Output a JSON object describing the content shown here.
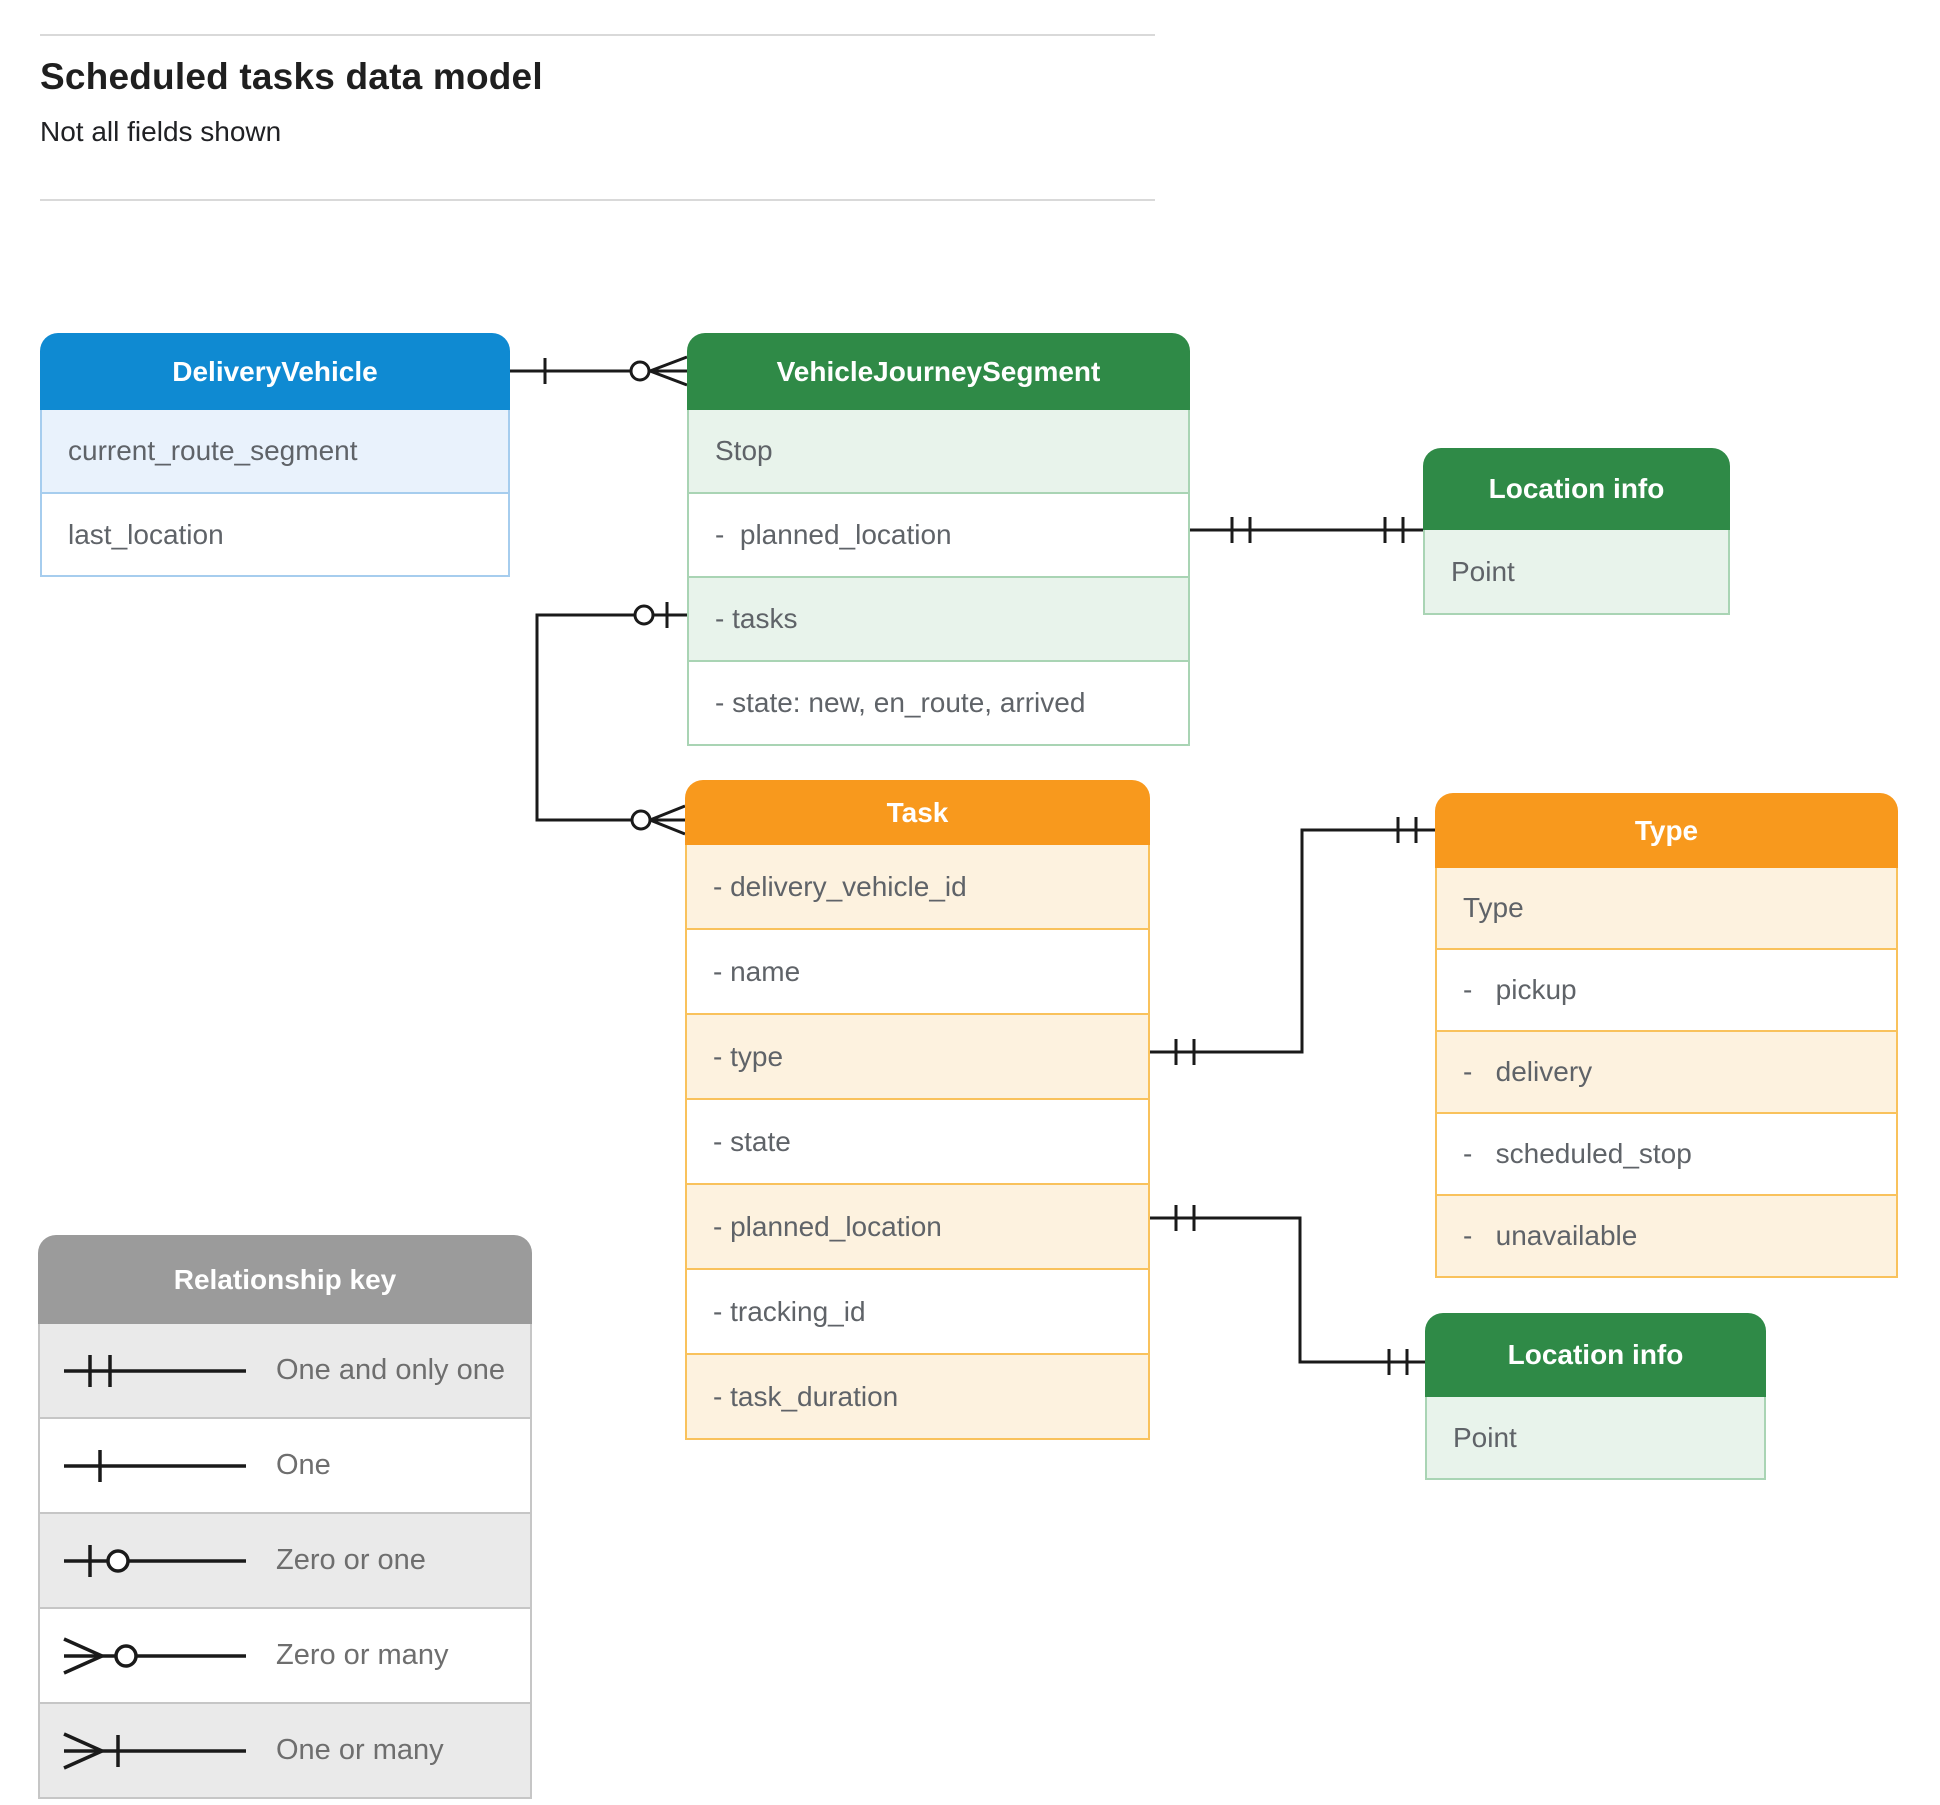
{
  "page": {
    "title": "Scheduled tasks data model",
    "subtitle": "Not all fields shown"
  },
  "colors": {
    "blue_header": "#0f8ad2",
    "blue_tint": "#e9f2fc",
    "blue_border": "#a6cdee",
    "green_header": "#2f8a47",
    "green_tint": "#e8f3eb",
    "green_border": "#a9d4b4",
    "orange_header": "#f8991d",
    "orange_tint": "#fdf2df",
    "orange_border": "#f9c25c",
    "gray_header": "#9b9b9b",
    "gray_tint": "#eaeaea",
    "connector": "#1a1a1a",
    "field_text": "#5f6368"
  },
  "entities": [
    {
      "id": "delivery-vehicle",
      "name": "DeliveryVehicle",
      "fields": [
        "current_route_segment",
        "last_location"
      ]
    },
    {
      "id": "vehicle-journey-segment",
      "name": "VehicleJourneySegment",
      "fields": [
        "Stop",
        "-  planned_location",
        "- tasks",
        "- state: new, en_route, arrived"
      ]
    },
    {
      "id": "location-info-top",
      "name": "Location info",
      "fields": [
        "Point"
      ]
    },
    {
      "id": "task",
      "name": "Task",
      "fields": [
        "- delivery_vehicle_id",
        "- name",
        "- type",
        "- state",
        "- planned_location",
        "- tracking_id",
        "- task_duration"
      ]
    },
    {
      "id": "type",
      "name": "Type",
      "fields": [
        "Type",
        "-   pickup",
        "-   delivery",
        "-   scheduled_stop",
        "-   unavailable"
      ]
    },
    {
      "id": "location-info-bottom",
      "name": "Location info",
      "fields": [
        "Point"
      ]
    }
  ],
  "relationships": [
    {
      "from": "DeliveryVehicle",
      "to": "VehicleJourneySegment",
      "from_cardinality": "one",
      "to_cardinality": "zero-or-many"
    },
    {
      "from": "VehicleJourneySegment.tasks",
      "to": "Task",
      "from_cardinality": "zero-or-one",
      "to_cardinality": "zero-or-many"
    },
    {
      "from": "VehicleJourneySegment.planned_location",
      "to": "Location info",
      "from_cardinality": "one-and-only-one",
      "to_cardinality": "one-and-only-one"
    },
    {
      "from": "Task.type",
      "to": "Type",
      "from_cardinality": "one-and-only-one",
      "to_cardinality": "one-and-only-one"
    },
    {
      "from": "Task.planned_location",
      "to": "Location info",
      "from_cardinality": "one-and-only-one",
      "to_cardinality": "one-and-only-one"
    }
  ],
  "legend": {
    "title": "Relationship key",
    "items": [
      {
        "symbol": "one-and-only-one",
        "label": "One and only one"
      },
      {
        "symbol": "one",
        "label": "One"
      },
      {
        "symbol": "zero-or-one",
        "label": "Zero or one"
      },
      {
        "symbol": "zero-or-many",
        "label": "Zero or many"
      },
      {
        "symbol": "one-or-many",
        "label": "One or many"
      }
    ]
  }
}
